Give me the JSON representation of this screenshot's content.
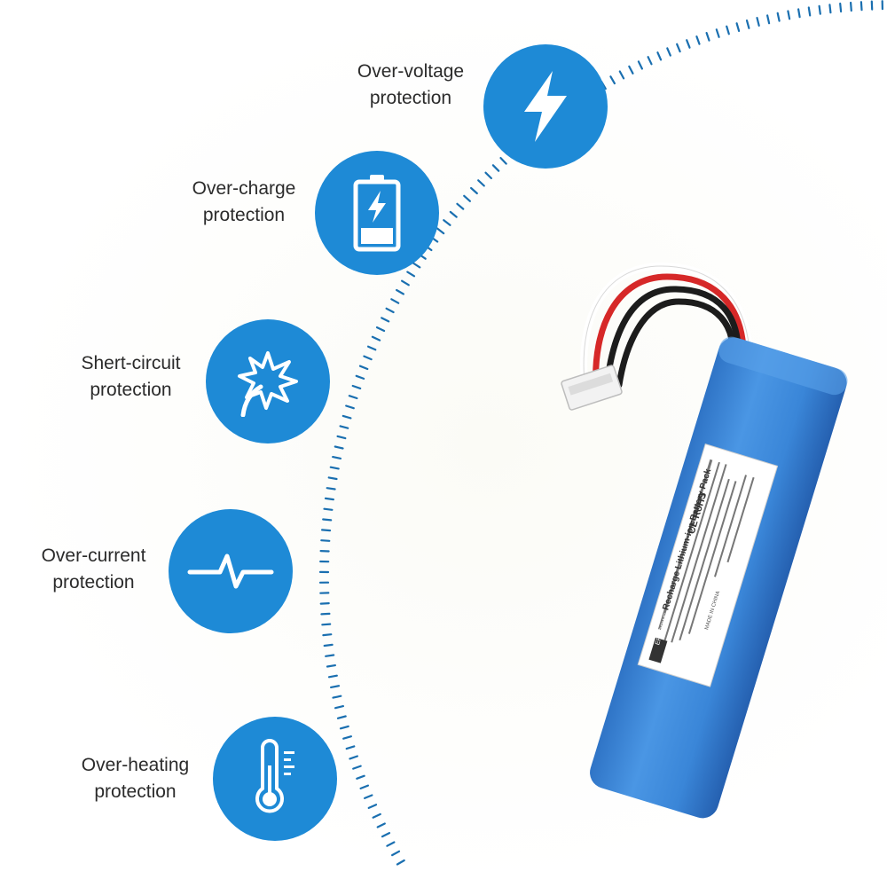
{
  "features": [
    {
      "id": "over-voltage",
      "label": "Over-voltage\nprotection",
      "icon": "lightning-bolt-icon"
    },
    {
      "id": "over-charge",
      "label": "Over-charge\nprotection",
      "icon": "battery-charging-icon"
    },
    {
      "id": "short-circuit",
      "label": "Shert-circuit\nprotection",
      "icon": "spark-burst-icon"
    },
    {
      "id": "over-current",
      "label": "Over-current\nprotection",
      "icon": "current-pulse-icon"
    },
    {
      "id": "over-heating",
      "label": "Over-heating\nprotection",
      "icon": "thermometer-icon"
    }
  ],
  "colors": {
    "circle": "#1e8ad6",
    "dotted_arc": "#1a6fb0",
    "battery_body": "#3c86d8",
    "battery_dark": "#2a66b8"
  },
  "battery": {
    "label_title": "Recharge Lithium-ion Battery Pack",
    "brand": "ERQQQWE",
    "marks": "CE RoHS",
    "origin": "MADE IN CHINA"
  }
}
